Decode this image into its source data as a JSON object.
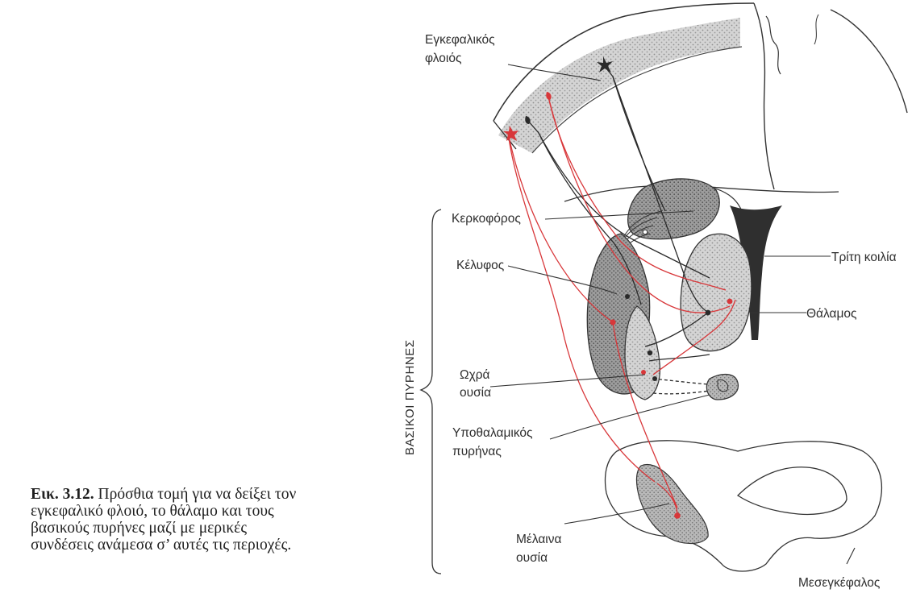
{
  "labels": {
    "cortex": [
      "Εγκεφαλικός",
      "φλοιός"
    ],
    "caudate": "Κερκοφόρος",
    "putamen": "Κέλυφος",
    "globus_pallidus": [
      "Ωχρά",
      "ουσία"
    ],
    "subthalamic": [
      "Υποθαλαμικός",
      "πυρήνας"
    ],
    "substantia_nigra": [
      "Μέλαινα",
      "ουσία"
    ],
    "third_ventricle": "Τρίτη κοιλία",
    "thalamus": "Θάλαμος",
    "midbrain": "Μεσεγκέφαλος",
    "basal_ganglia_bracket": "ΒΑΣΙΚΟΙ ΠΥΡΗΝΕΣ"
  },
  "caption": {
    "number": "Εικ. 3.12.",
    "line1": "Πρόσθια τομή για να δείξει τον",
    "line2": "εγκεφαλικό φλοιό, το θάλαμο και τους",
    "line3": "βασικούς πυρήνες μαζί με μερικές",
    "line4": "συνδέσεις ανάμεσα σ’ αυτές τις περιοχές."
  },
  "colors": {
    "pathway_red": "#d8373a",
    "pathway_black": "#2a2a2a",
    "gray_matter": "#cfcfcf",
    "nucleus_shade": "#8a8a8a",
    "ventricle": "#333333"
  }
}
